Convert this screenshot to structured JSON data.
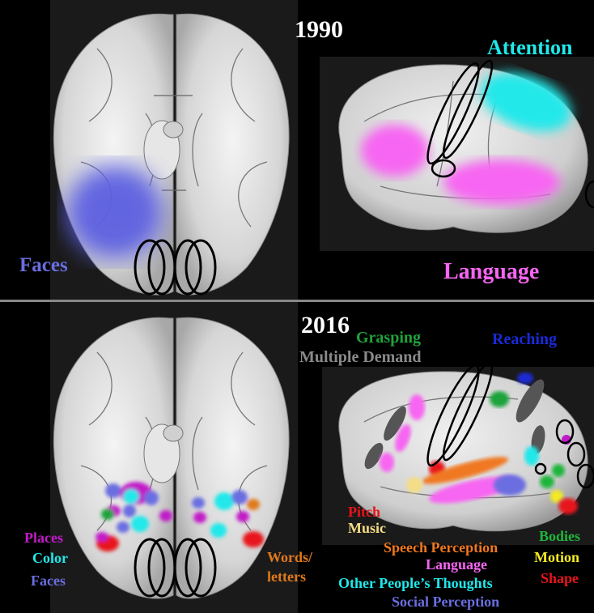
{
  "panels": [
    {
      "year": "1990",
      "labels": {
        "faces": {
          "text": "Faces",
          "color": "#6a6ee0"
        },
        "attention": {
          "text": "Attention",
          "color": "#21e8ea"
        },
        "language": {
          "text": "Language",
          "color": "#f766f2"
        }
      }
    },
    {
      "year": "2016",
      "labels": {
        "grasping": {
          "text": "Grasping",
          "color": "#1fa33a"
        },
        "multiple_demand": {
          "text": "Multiple Demand",
          "color": "#8a8a8a"
        },
        "reaching": {
          "text": "Reaching",
          "color": "#1a2ad6"
        },
        "places": {
          "text": "Places",
          "color": "#c11bc8"
        },
        "color": {
          "text": "Color",
          "color": "#21e8ea"
        },
        "faces": {
          "text": "Faces",
          "color": "#6a6ee0"
        },
        "words_line1": {
          "text": "Words/",
          "color": "#e07a1a"
        },
        "words_line2": {
          "text": "letters",
          "color": "#e07a1a"
        },
        "pitch": {
          "text": "Pitch",
          "color": "#e8141a"
        },
        "music": {
          "text": "Music",
          "color": "#f4dd86"
        },
        "speech": {
          "text": "Speech Perception",
          "color": "#f07820"
        },
        "language": {
          "text": "Language",
          "color": "#f766f2"
        },
        "thoughts": {
          "text": "Other People’s Thoughts",
          "color": "#21e8ea"
        },
        "social": {
          "text": "Social Perception",
          "color": "#6a6ee0"
        },
        "bodies": {
          "text": "Bodies",
          "color": "#1fb53a"
        },
        "motion": {
          "text": "Motion",
          "color": "#f2ea22"
        },
        "shape": {
          "text": "Shape",
          "color": "#e8141a"
        }
      }
    }
  ]
}
